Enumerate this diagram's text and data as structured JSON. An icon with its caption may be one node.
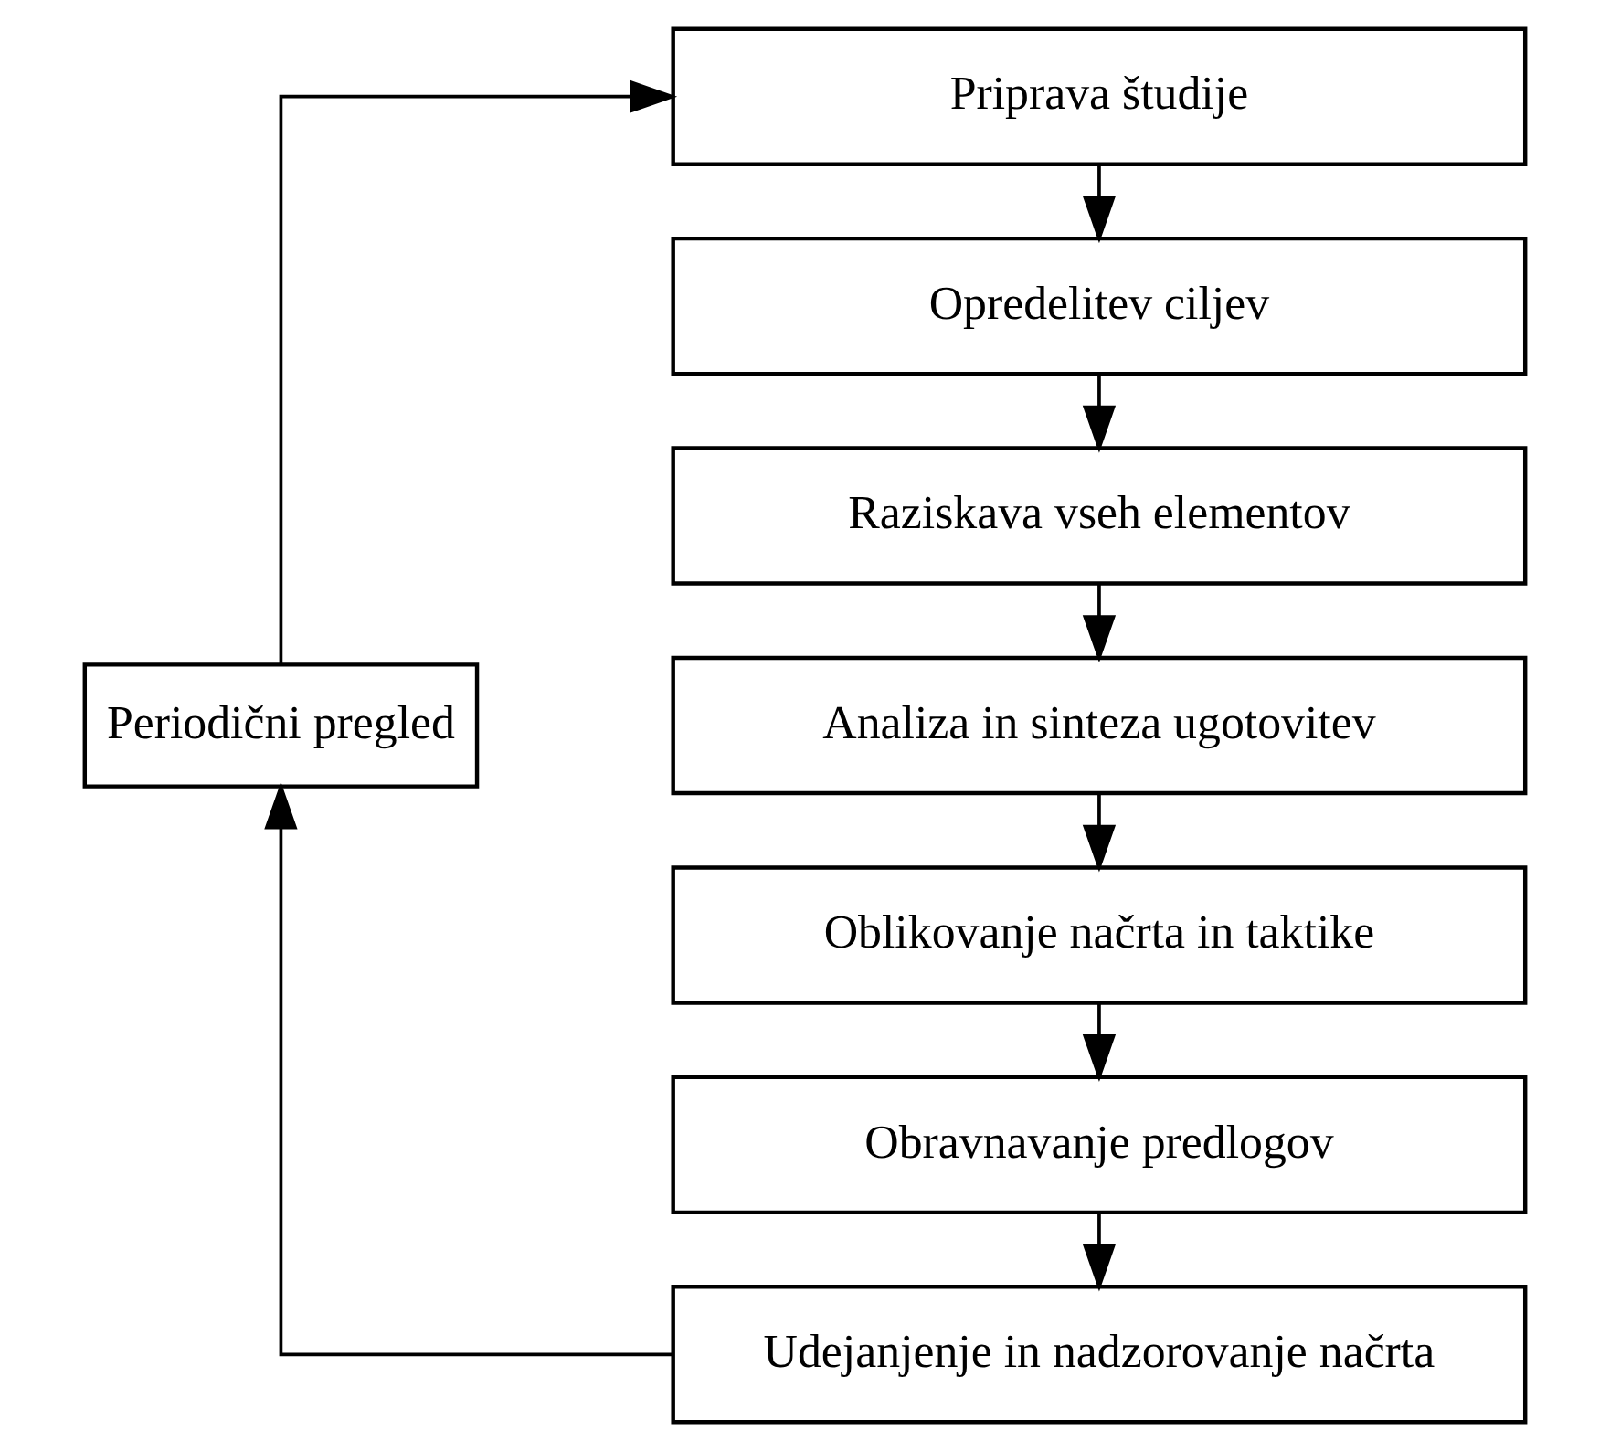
{
  "diagram": {
    "nodes": [
      {
        "text": [
          "Priprava študije"
        ]
      },
      {
        "text": [
          "Opredelitev ciljev"
        ]
      },
      {
        "text": [
          "Raziskava vseh elementov"
        ]
      },
      {
        "text": [
          "Analiza in sinteza ugotovitev"
        ]
      },
      {
        "text": [
          "Oblikovanje načrta in taktike"
        ]
      },
      {
        "text": [
          "Obravnavanje predlogov"
        ]
      },
      {
        "text": [
          "Udejanjenje in nadzorovanje načrta"
        ]
      },
      {
        "text": [
          "Periodični pregled"
        ]
      }
    ],
    "edges": [
      {
        "from": 0,
        "to": 1,
        "arrow": "to"
      },
      {
        "from": 1,
        "to": 2,
        "arrow": "to"
      },
      {
        "from": 2,
        "to": 3,
        "arrow": "to"
      },
      {
        "from": 3,
        "to": 4,
        "arrow": "to"
      },
      {
        "from": 4,
        "to": 5,
        "arrow": "to"
      },
      {
        "from": 5,
        "to": 6,
        "arrow": "to"
      },
      {
        "from": 6,
        "to": 7,
        "arrow": "to"
      },
      {
        "from": 7,
        "to": 0,
        "arrow": "to"
      }
    ]
  }
}
